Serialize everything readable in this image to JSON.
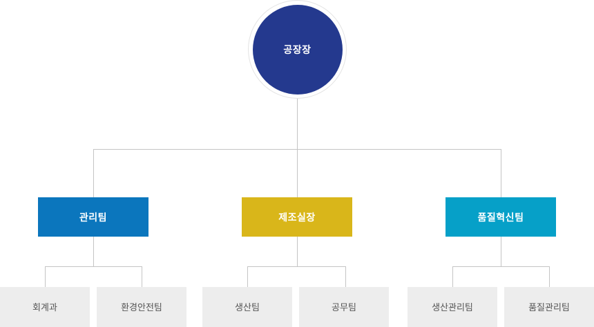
{
  "chart_data": {
    "type": "diagram",
    "title": "",
    "orientation": "top-down",
    "colors": {
      "root_fill": "#24398e",
      "root_ring": "#e3e3e3",
      "tier2_management": "#0b76bd",
      "tier2_manufacturing": "#d9b61a",
      "tier2_quality": "#06a0c8",
      "tier3_fill": "#ededed",
      "tier3_text": "#555555",
      "connector": "#c4c4c4",
      "background": "#ffffff"
    },
    "nodes": [
      {
        "id": "root",
        "label": "공장장",
        "tier": 1
      },
      {
        "id": "mgmt",
        "label": "관리팀",
        "tier": 2,
        "parent": "root"
      },
      {
        "id": "mfg",
        "label": "제조실장",
        "tier": 2,
        "parent": "root"
      },
      {
        "id": "qi",
        "label": "품질혁신팀",
        "tier": 2,
        "parent": "root"
      },
      {
        "id": "acct",
        "label": "회계과",
        "tier": 3,
        "parent": "mgmt"
      },
      {
        "id": "envsafe",
        "label": "환경안전팀",
        "tier": 3,
        "parent": "mgmt"
      },
      {
        "id": "prod",
        "label": "생산팀",
        "tier": 3,
        "parent": "mfg"
      },
      {
        "id": "works",
        "label": "공무팀",
        "tier": 3,
        "parent": "mfg"
      },
      {
        "id": "prodmgmt",
        "label": "생산관리팀",
        "tier": 3,
        "parent": "qi"
      },
      {
        "id": "qmgmt",
        "label": "품질관리팀",
        "tier": 3,
        "parent": "qi"
      }
    ]
  },
  "root": {
    "label": "공장장"
  },
  "tier2": [
    {
      "label": "관리팀"
    },
    {
      "label": "제조실장"
    },
    {
      "label": "품질혁신팀"
    }
  ],
  "tier3": [
    {
      "label": "회계과"
    },
    {
      "label": "환경안전팀"
    },
    {
      "label": "생산팀"
    },
    {
      "label": "공무팀"
    },
    {
      "label": "생산관리팀"
    },
    {
      "label": "품질관리팀"
    }
  ]
}
